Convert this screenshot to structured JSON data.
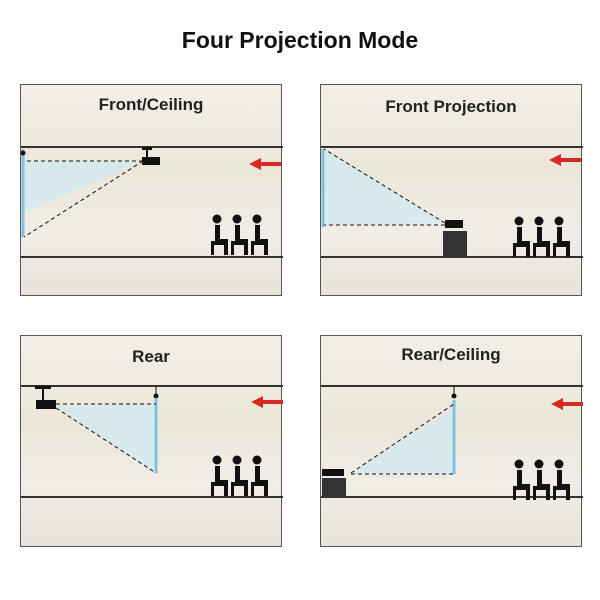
{
  "title": "Four Projection Mode",
  "panels": [
    {
      "label": "Front/Ceiling"
    },
    {
      "label": "Front Projection"
    },
    {
      "label": "Rear"
    },
    {
      "label": "Rear/Ceiling"
    }
  ],
  "colors": {
    "arrow": "#d42a22",
    "screen": "#7cc3de",
    "beam": "#cfe9f4"
  }
}
